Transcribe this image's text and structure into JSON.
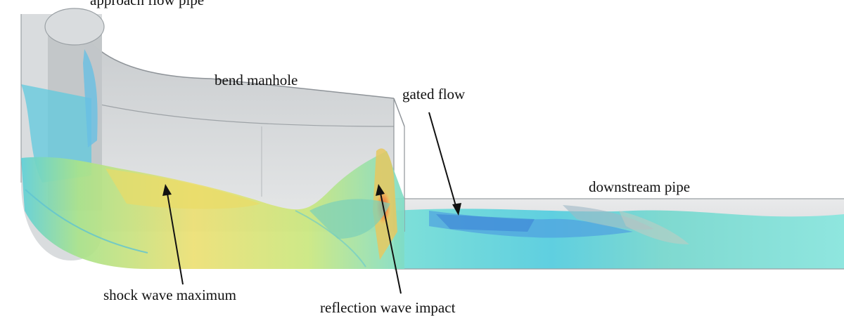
{
  "labels": {
    "approach_flow_pipe": "approach flow pipe",
    "bend_manhole": "bend manhole",
    "gated_flow": "gated flow",
    "downstream_pipe": "downstream pipe",
    "shock_wave_maximum": "shock wave maximum",
    "reflection_wave_impact": "reflection wave impact"
  },
  "colors": {
    "shell": "#c9cccf",
    "shell_edge": "#8f9499",
    "water_cyan": "#5fd3d6",
    "water_yellow": "#e8dc6a",
    "water_red": "#e8563a",
    "water_blue": "#3b7fd6",
    "arrow": "#111111"
  }
}
